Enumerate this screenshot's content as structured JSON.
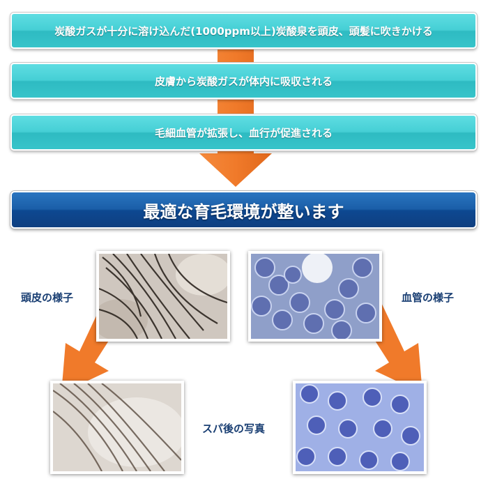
{
  "steps": [
    "炭酸ガスが十分に溶け込んだ(1000ppm以上)炭酸泉を頭皮、頭髪に吹きかける",
    "皮膚から炭酸ガスが体内に吸収される",
    "毛細血管が拡張し、血行が促進される"
  ],
  "result": "最適な育毛環境が整います",
  "labels": {
    "scalp": "頭皮の様子",
    "blood": "血管の様子",
    "after": "スパ後の写真"
  },
  "colors": {
    "step_teal": "#45cfd5",
    "result_navy": "#1a5ea8",
    "arrow_orange": "#f07a2a",
    "label_navy": "#1a3f73"
  }
}
